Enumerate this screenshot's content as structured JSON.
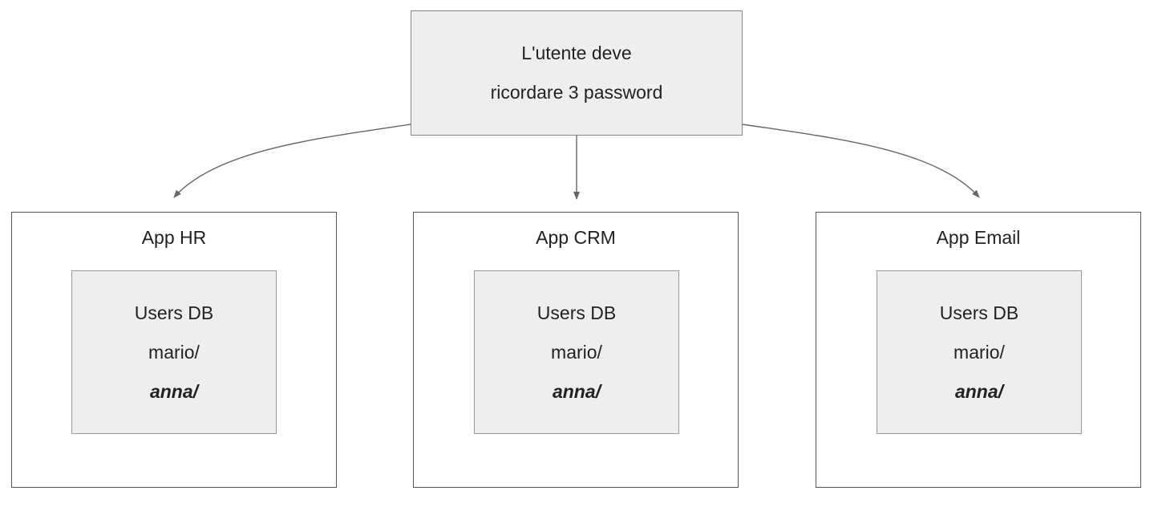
{
  "diagram": {
    "top_node": {
      "line1": "L'utente deve",
      "line2": "ricordare 3 password"
    },
    "apps": [
      {
        "title": "App HR",
        "db": {
          "line1": "Users DB",
          "line2": "mario/",
          "line3": "anna/"
        }
      },
      {
        "title": "App CRM",
        "db": {
          "line1": "Users DB",
          "line2": "mario/",
          "line3": "anna/"
        }
      },
      {
        "title": "App Email",
        "db": {
          "line1": "Users DB",
          "line2": "mario/",
          "line3": "anna/"
        }
      }
    ],
    "colors": {
      "node_fill": "#eeeeee",
      "node_stroke": "#888888",
      "app_stroke": "#555555",
      "edge_stroke": "#666666",
      "text": "#222222",
      "background": "#ffffff"
    }
  }
}
